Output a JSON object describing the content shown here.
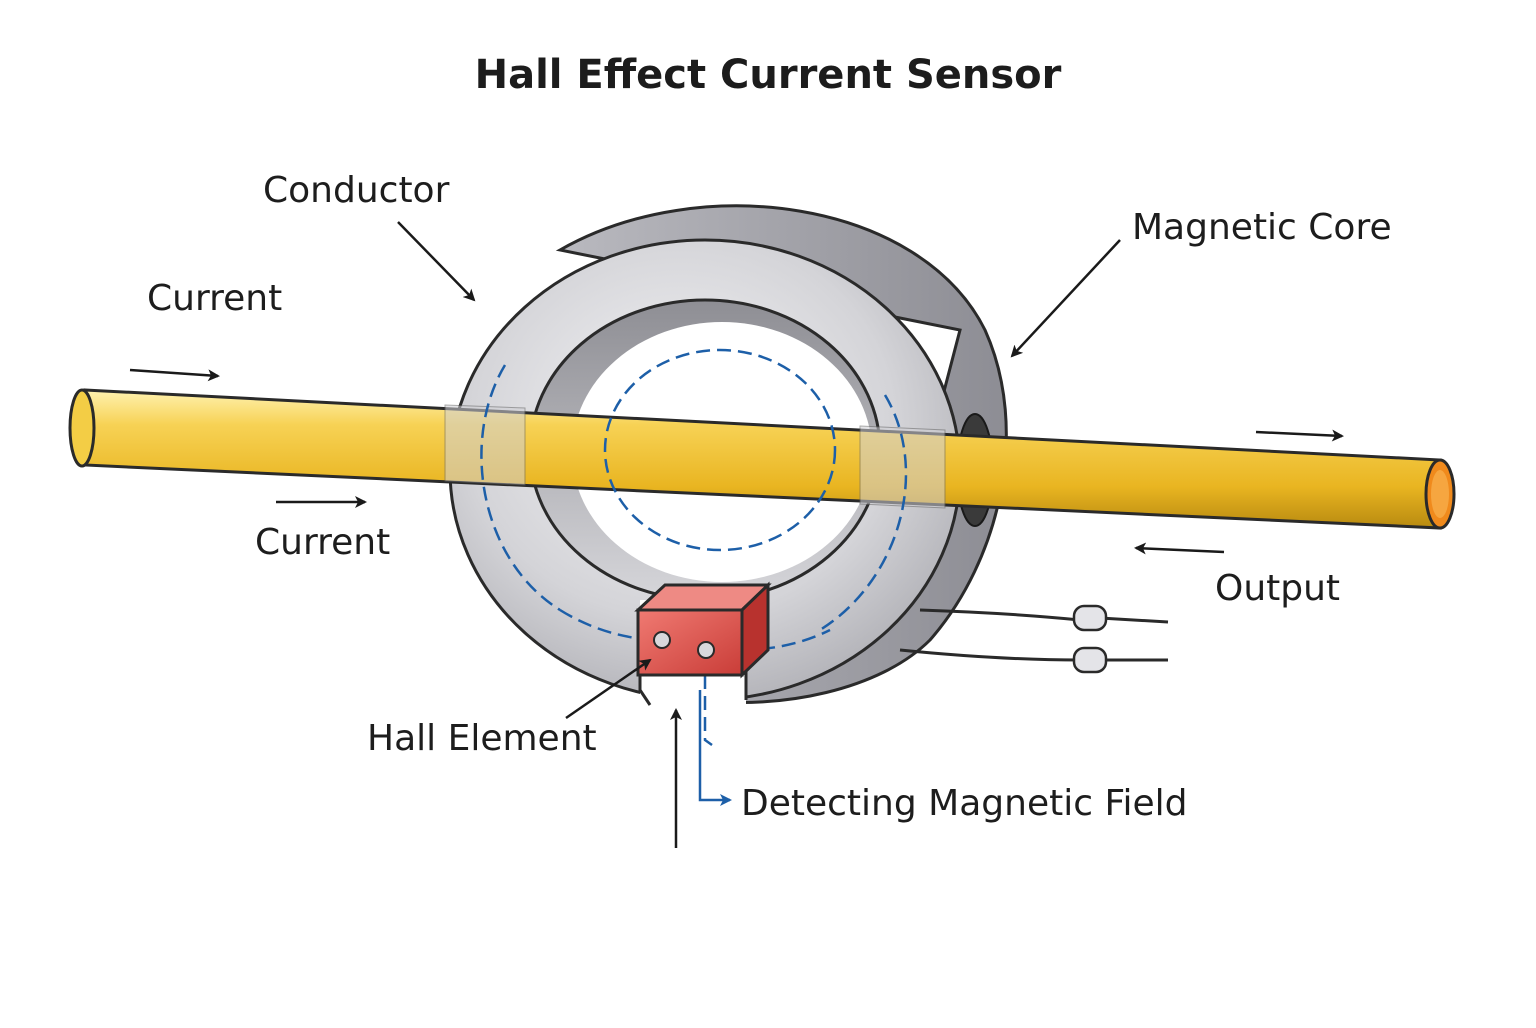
{
  "title": "Hall Effect Current Sensor",
  "labels": {
    "conductor": "Conductor",
    "magnetic_core": "Magnetic Core",
    "current_top": "Current",
    "current_bottom": "Current",
    "output": "Output",
    "hall_element": "Hall Element",
    "detecting_field": "Detecting Magnetic Field"
  },
  "colors": {
    "conductor": "#f2c12e",
    "conductor_end": "#f08a1c",
    "core": "#cfcfd2",
    "hall_element": "#e0504b",
    "field_lines": "#1d5fa8",
    "text": "#1d1d1d"
  }
}
